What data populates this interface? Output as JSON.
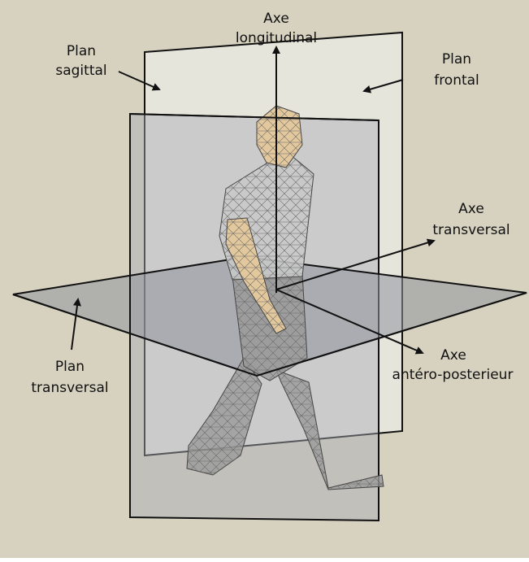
{
  "colors": {
    "background": "#d7d2c0",
    "plane_gray": "#a9abb3",
    "plane_frontal": "#e8e7df",
    "outline": "#111111",
    "figure_skin": "#e2c89c",
    "figure_mesh": "#9a9a9a",
    "figure_body": "#9a9a9a"
  },
  "labels": {
    "axe_longitudinal": [
      "Axe",
      "longitudinal"
    ],
    "plan_sagittal": [
      "Plan",
      "sagittal"
    ],
    "plan_frontal": [
      "Plan",
      "frontal"
    ],
    "axe_transversal": [
      "Axe",
      "transversal"
    ],
    "plan_transversal": [
      "Plan",
      "transversal"
    ],
    "axe_antero_posterieur": [
      "Axe",
      "antéro-posterieur"
    ]
  }
}
